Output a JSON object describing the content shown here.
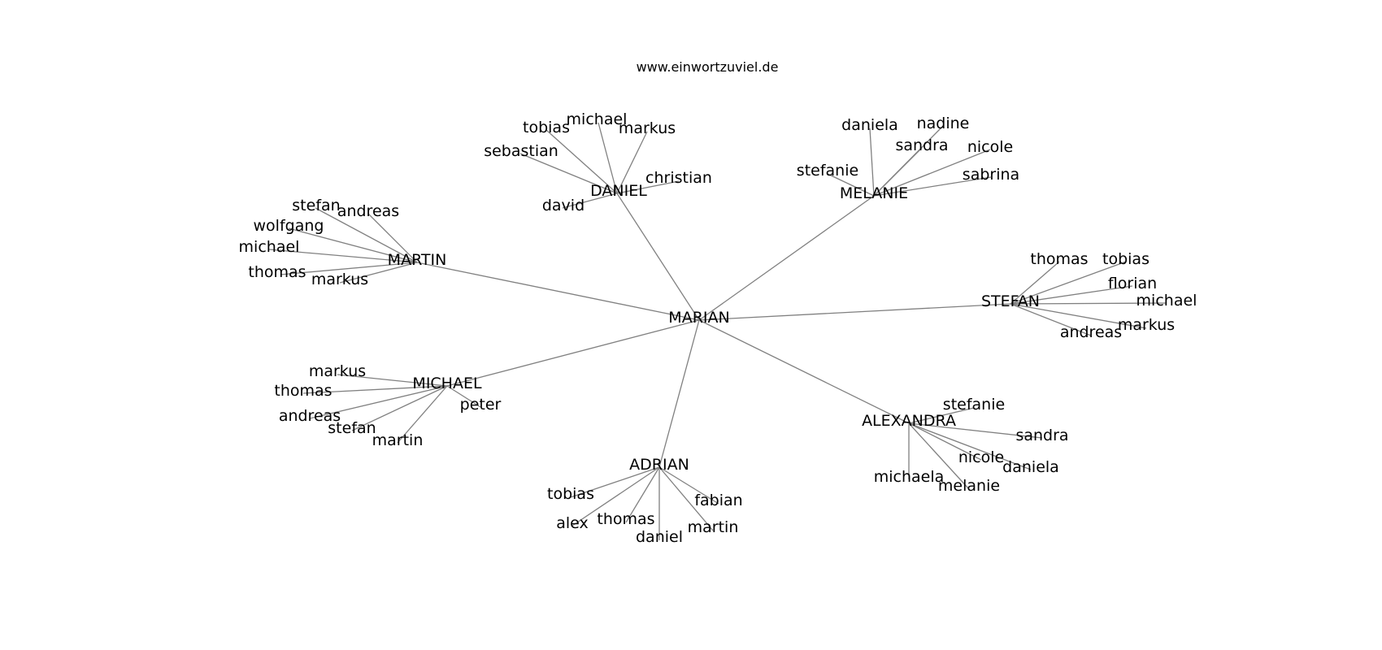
{
  "header": {
    "site": "www.einwortzuviel.de"
  },
  "graph": {
    "edge_color": "#808080",
    "text_color": "#000000",
    "center": "MARIAN",
    "hubs": [
      {
        "name": "DANIEL",
        "leaves": [
          "tobias",
          "michael",
          "markus",
          "sebastian",
          "christian",
          "david"
        ]
      },
      {
        "name": "MELANIE",
        "leaves": [
          "daniela",
          "nadine",
          "sandra",
          "nicole",
          "stefanie",
          "sabrina"
        ]
      },
      {
        "name": "MARTIN",
        "leaves": [
          "stefan",
          "andreas",
          "wolfgang",
          "michael",
          "thomas",
          "markus"
        ]
      },
      {
        "name": "STEFAN",
        "leaves": [
          "thomas",
          "tobias",
          "florian",
          "michael",
          "andreas",
          "markus"
        ]
      },
      {
        "name": "MICHAEL",
        "leaves": [
          "markus",
          "thomas",
          "andreas",
          "stefan",
          "martin",
          "peter"
        ]
      },
      {
        "name": "ALEXANDRA",
        "leaves": [
          "stefanie",
          "sandra",
          "nicole",
          "daniela",
          "michaela",
          "melanie"
        ]
      },
      {
        "name": "ADRIAN",
        "leaves": [
          "tobias",
          "fabian",
          "alex",
          "thomas",
          "daniel",
          "martin"
        ]
      }
    ]
  }
}
